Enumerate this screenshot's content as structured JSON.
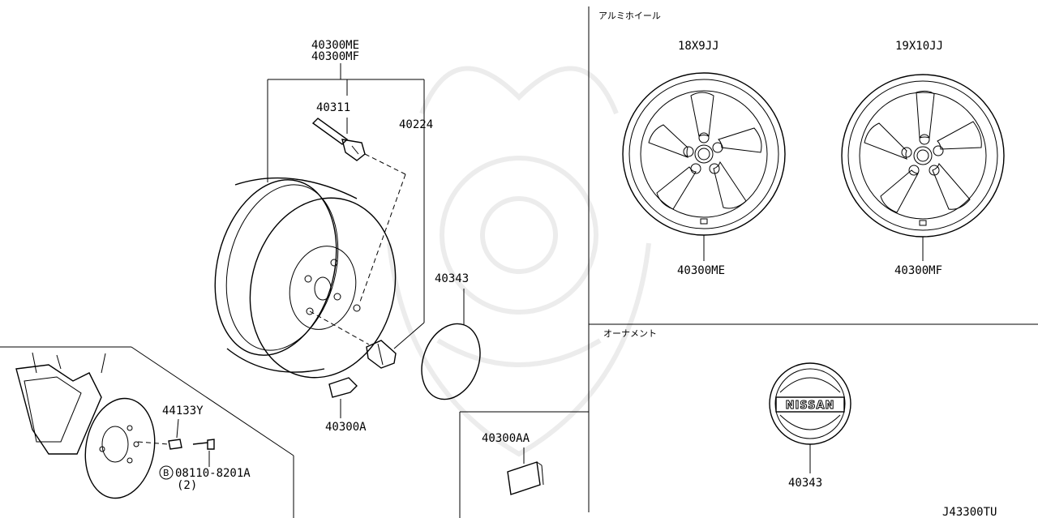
{
  "labels": {
    "wheel_assy": [
      "40300ME",
      "40300MF"
    ],
    "valve": "40311",
    "nut": "40224",
    "weight": "40300A",
    "cap_top": "40343",
    "bolt": "44133Y",
    "bolt_spec": "08110-8201A",
    "bolt_qty": "(2)",
    "bolt_badge": "B",
    "repair": "40300AA",
    "alloy_title": "アルミホイール",
    "size_18": "18X9JJ",
    "size_19": "19X10JJ",
    "wheel_18": "40300ME",
    "wheel_19": "40300MF",
    "ornament_title": "オーナメント",
    "emblem_text": "NISSAN",
    "cap_ornament": "40343",
    "drawing_no": "J43300TU"
  }
}
